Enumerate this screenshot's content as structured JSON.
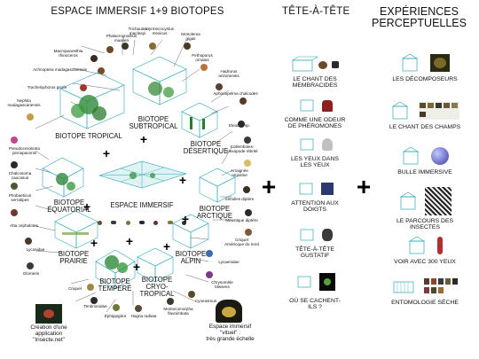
{
  "titles": {
    "main": "ESPACE IMMERSIF 1+9 BIOTOPES",
    "middle": "TÊTE-À-TÊTE",
    "right": "EXPÉRIENCES\nPERCEPTUELLES"
  },
  "biotopes": {
    "tropical": "BIOTOPE TROPICAL",
    "subtropical": "BIOTOPE\nSUBTROPICAL",
    "desertique": "BIOTOPE\nDÉSERTIQUE",
    "equatorial": "BIOTOPE\nÉQUATORIAL",
    "immersif": "ESPACE IMMERSIF",
    "arctique": "BIOTOPE\nARCTIQUE",
    "alpin": "BIOTOPE\nALPIN",
    "prairie": "BIOTOPE\nPRAIRIE",
    "tempere": "BIOTOPE\nTEMPERÉ",
    "cryo": "BIOTOPE\nCRYO-\nTROPICAL"
  },
  "species": {
    "s1": "Phalacrognathus\nmuelleri",
    "s2": "Trichaulax\nmacleayi",
    "s3": "Myrmecocystus\nmexicus",
    "s4": "Monolema\ngigas",
    "s5": "Macropanesthia\nrhinoceros",
    "s6": "Pirthoporus\nornatus",
    "s7": "Achnoptera   madagascarensis",
    "s8": "Hadrurus\narizonensis",
    "s9": "Trachelophorus girafe",
    "s10": "Aphonopelma chalcodes",
    "s11": "Nephila\nmadagascariensis",
    "s12": "Eleodes sp.",
    "s13": "Pseudocreobotra\npinnapavonis",
    "s14": "Collemboles-\nHexapode  rébrité",
    "s15": "Chalcosoma\ncaucasus",
    "s16": "Arraignée\nargiotine",
    "s17": "Phobaeticus\nserratipes",
    "s18": "Simulies diptère",
    "s19": "Atta  cephalotes",
    "s20": "Moustique diptère",
    "s21": "Criquet\nAméricque du nord",
    "s22": "Lycosidae",
    "s23": "Lycaenidae",
    "s24": "Glomeris",
    "s25": "Chrysomèle\nblissens",
    "s26": "Criquet",
    "s27": "Cyneosmus",
    "s28": "Tenbrionidae",
    "s29": "Montocomorpha\nflavoimbata",
    "s30": "Éphippigère",
    "s31": "Hogna radiata"
  },
  "bottom": {
    "app": "Création d'une\napplication\n\"Insecte.net\"",
    "virtual": "Espace immersif\n\"vituel\" :\ntrès grande échelle"
  },
  "tete": [
    {
      "label": "LE CHANT DES\nMEMBRACIDES"
    },
    {
      "label": "COMME UNE ODEUR\nDE PHÉROMONES"
    },
    {
      "label": "LES YEUX DANS\nLES YEUX"
    },
    {
      "label": "ATTENTION AUX\nDOIGTS"
    },
    {
      "label": "TÊTE-À-TÊTE\nGUSTATIF"
    },
    {
      "label": "OÙ SE CACHENT-\nILS ?"
    }
  ],
  "experiences": [
    {
      "label": "LES DÉCOMPOSEURS"
    },
    {
      "label": "LE CHANT DES CHAMPS"
    },
    {
      "label": "BULLE IMMERSIVE"
    },
    {
      "label": "LE PARCOURS DES\nINSECTES"
    },
    {
      "label": "VOIR AVEC 300 YEUX"
    },
    {
      "label": "ENTOMOLOGIE SÈCHE"
    }
  ],
  "plus_sign": "+",
  "colors": {
    "greenhouse": "#2fa7b8",
    "plant": "#2f8a3a",
    "frame": "#3a9fb0",
    "dark": "#111111"
  }
}
